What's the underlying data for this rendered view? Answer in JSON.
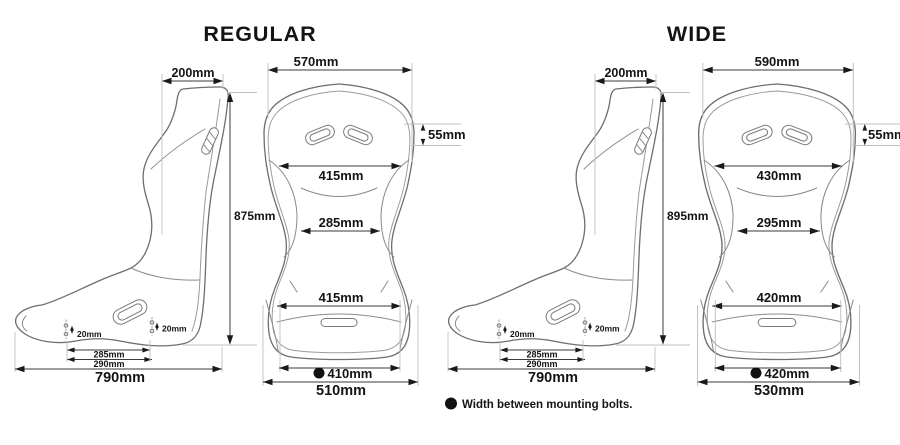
{
  "legend": {
    "note": "Width between mounting bolts."
  },
  "seats": [
    {
      "title": "REGULAR",
      "side": {
        "top_width": "200mm",
        "height": "875mm",
        "bolt_hole_gap": "20mm",
        "bolt_span_inner": "285mm",
        "bolt_span_outer": "290mm",
        "total_length": "790mm"
      },
      "front": {
        "top_width": "570mm",
        "belt_hole_drop": "55mm",
        "shoulder_width": "415mm",
        "waist_width": "285mm",
        "cushion_width": "415mm",
        "mounting_bolt_width": "410mm",
        "overall_width": "510mm"
      }
    },
    {
      "title": "WIDE",
      "side": {
        "top_width": "200mm",
        "height": "895mm",
        "bolt_hole_gap": "20mm",
        "bolt_span_inner": "285mm",
        "bolt_span_outer": "290mm",
        "total_length": "790mm"
      },
      "front": {
        "top_width": "590mm",
        "belt_hole_drop": "55mm",
        "shoulder_width": "430mm",
        "waist_width": "295mm",
        "cushion_width": "420mm",
        "mounting_bolt_width": "420mm",
        "overall_width": "530mm"
      }
    }
  ]
}
